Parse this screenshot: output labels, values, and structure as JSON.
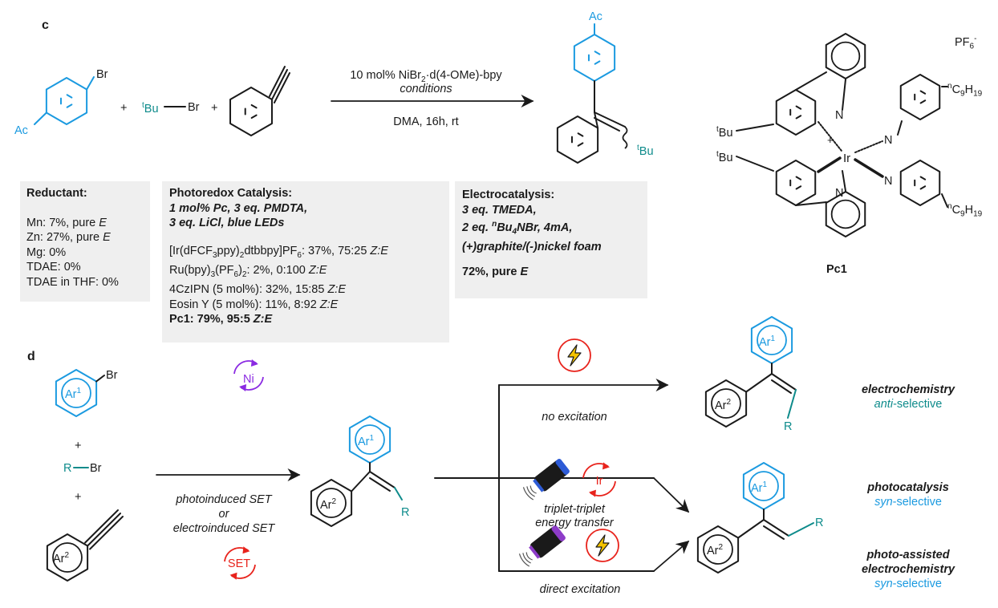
{
  "colors": {
    "ring_blue": "#1b9ae0",
    "teal": "#0e8b8b",
    "red": "#e8231c",
    "purple": "#8b2be2",
    "bolt": "#f5c400",
    "battery_blue": "#2d5bd6",
    "battery_purple": "#8d3cc8"
  },
  "panel_c": {
    "letter": "c",
    "reactant1": {
      "br": "Br",
      "ac": "Ac"
    },
    "plus": "+",
    "reactant2": {
      "prefix": "t",
      "rest": "Bu",
      "br": "Br"
    },
    "arrow_top_pre": "10 mol% NiBr",
    "arrow_top_sub": "2",
    "arrow_top_post": "·d(4-OMe)-bpy",
    "arrow_conditions": "conditions",
    "arrow_bottom": "DMA, 16h, rt",
    "product": {
      "ac": "Ac",
      "tbu_prefix": "t",
      "tbu_rest": "Bu"
    },
    "reductant": {
      "title": "Reductant:",
      "items": [
        {
          "label": "Mn: 7%, pure ",
          "iso": "E"
        },
        {
          "label": "Zn: 27%, pure ",
          "iso": "E"
        },
        {
          "label": "Mg: 0%",
          "iso": ""
        },
        {
          "label": "TDAE: 0%",
          "iso": ""
        },
        {
          "label": "TDAE in THF: 0%",
          "iso": ""
        }
      ]
    },
    "photoredox": {
      "title": "Photoredox Catalysis:",
      "cond1": "1 mol% Pc, 3 eq. PMDTA,",
      "cond2": "3 eq. LiCl, blue LEDs",
      "r1a": "[Ir(dFCF",
      "r1s1": "3",
      "r1b": "ppy)",
      "r1s2": "2",
      "r1c": "dtbbpy]PF",
      "r1s3": "6",
      "r1d": ": 37%, 75:25 ",
      "r1iso": "Z:E",
      "r2a": "Ru(bpy)",
      "r2s1": "3",
      "r2b": "(PF",
      "r2s2": "6",
      "r2c": ")",
      "r2s3": "2",
      "r2d": ": 2%, 0:100 ",
      "r2iso": "Z:E",
      "r3a": "4CzIPN (5 mol%): 32%, 15:85 ",
      "r3iso": "Z:E",
      "r4a": "Eosin Y (5 mol%): 11%, 8:92 ",
      "r4iso": "Z:E",
      "r5a": "Pc1: 79%, 95:5 ",
      "r5iso": "Z:E"
    },
    "electro": {
      "title": "Electrocatalysis:",
      "cond1": "3 eq. TMEDA,",
      "cond2a": "2 eq. ",
      "cond2n": "n",
      "cond2b": "Bu",
      "cond2s": "4",
      "cond2c": "NBr, 4mA,",
      "cond3": "(+)graphite/(-)nickel foam",
      "result_pre": "72%, pure ",
      "result_iso": "E"
    },
    "pc1": {
      "counter": "PF",
      "counter_sub": "6",
      "counter_sup": "-",
      "label": "Pc1",
      "metal": "Ir",
      "charge": "+",
      "n": "N",
      "chain_pre": "C",
      "chain_sub1": "9",
      "chain_h": "H",
      "chain_sub2": "19",
      "chain_n": "n",
      "tbu_t": "t",
      "tbu_rest": "Bu"
    }
  },
  "panel_d": {
    "letter": "d",
    "ar1": "Ar",
    "ar1_sup": "1",
    "ar2": "Ar",
    "ar2_sup": "2",
    "br": "Br",
    "r": "R",
    "plus": "+",
    "ni": "Ni",
    "set": "SET",
    "ir": "Ir",
    "arrow_text1": "photoinduced SET",
    "arrow_text2": "or",
    "arrow_text3": "electroinduced SET",
    "no_excitation": "no excitation",
    "ttet1": "triplet-triplet",
    "ttet2": "energy transfer",
    "direct": "direct excitation",
    "out1_title": "electrochemistry",
    "out1_sub_i": "anti",
    "out1_sub_r": "-selective",
    "out2_title": "photocatalysis",
    "out2_sub_i": "syn",
    "out2_sub_r": "-selective",
    "out3_title1": "photo-assisted",
    "out3_title2": "electrochemistry",
    "out3_sub_i": "syn",
    "out3_sub_r": "-selective"
  }
}
